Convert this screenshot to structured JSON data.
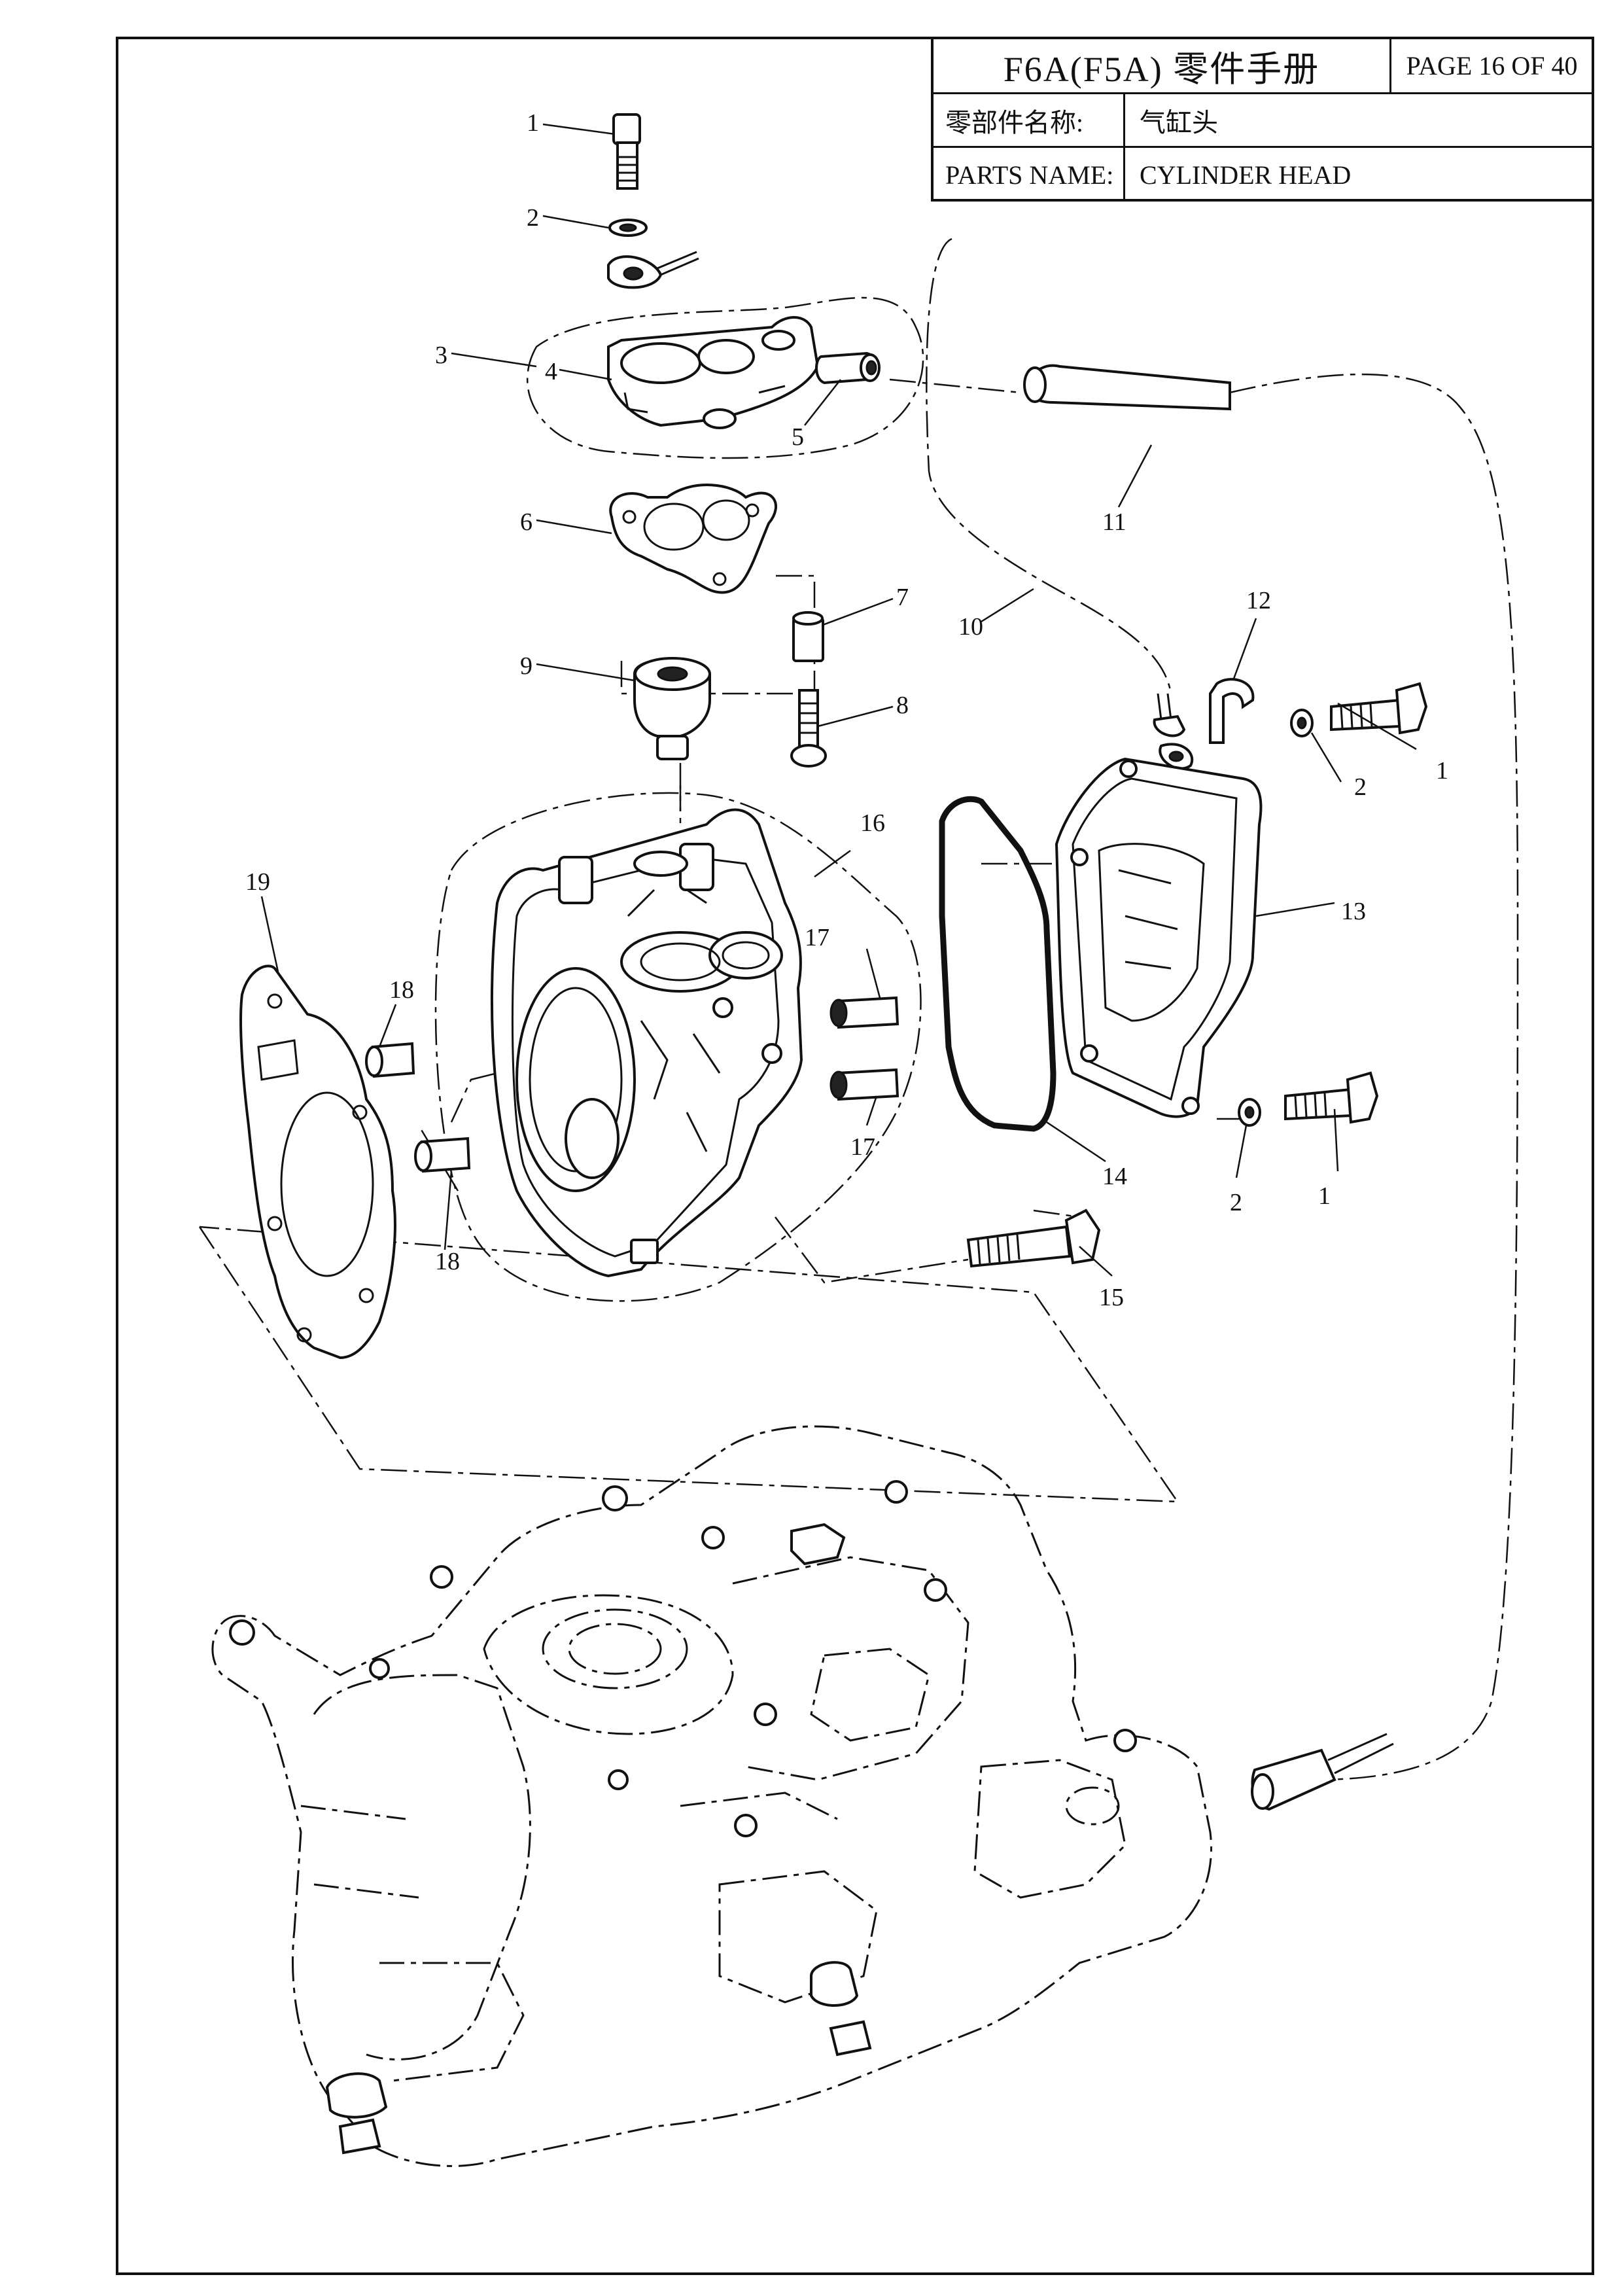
{
  "header": {
    "title": "F6A(F5A) 零件手册",
    "page": "PAGE 16 OF 40",
    "part_name_label_cn": "零部件名称:",
    "part_name_value_cn": "气缸头",
    "part_name_label_en": "PARTS NAME:",
    "part_name_value_en": "CYLINDER HEAD"
  },
  "callouts": [
    "1",
    "2",
    "3",
    "4",
    "5",
    "6",
    "7",
    "8",
    "9",
    "10",
    "11",
    "12",
    "13",
    "14",
    "15",
    "16",
    "17",
    "18",
    "19"
  ],
  "colors": {
    "line": "#111111",
    "background": "#ffffff"
  }
}
